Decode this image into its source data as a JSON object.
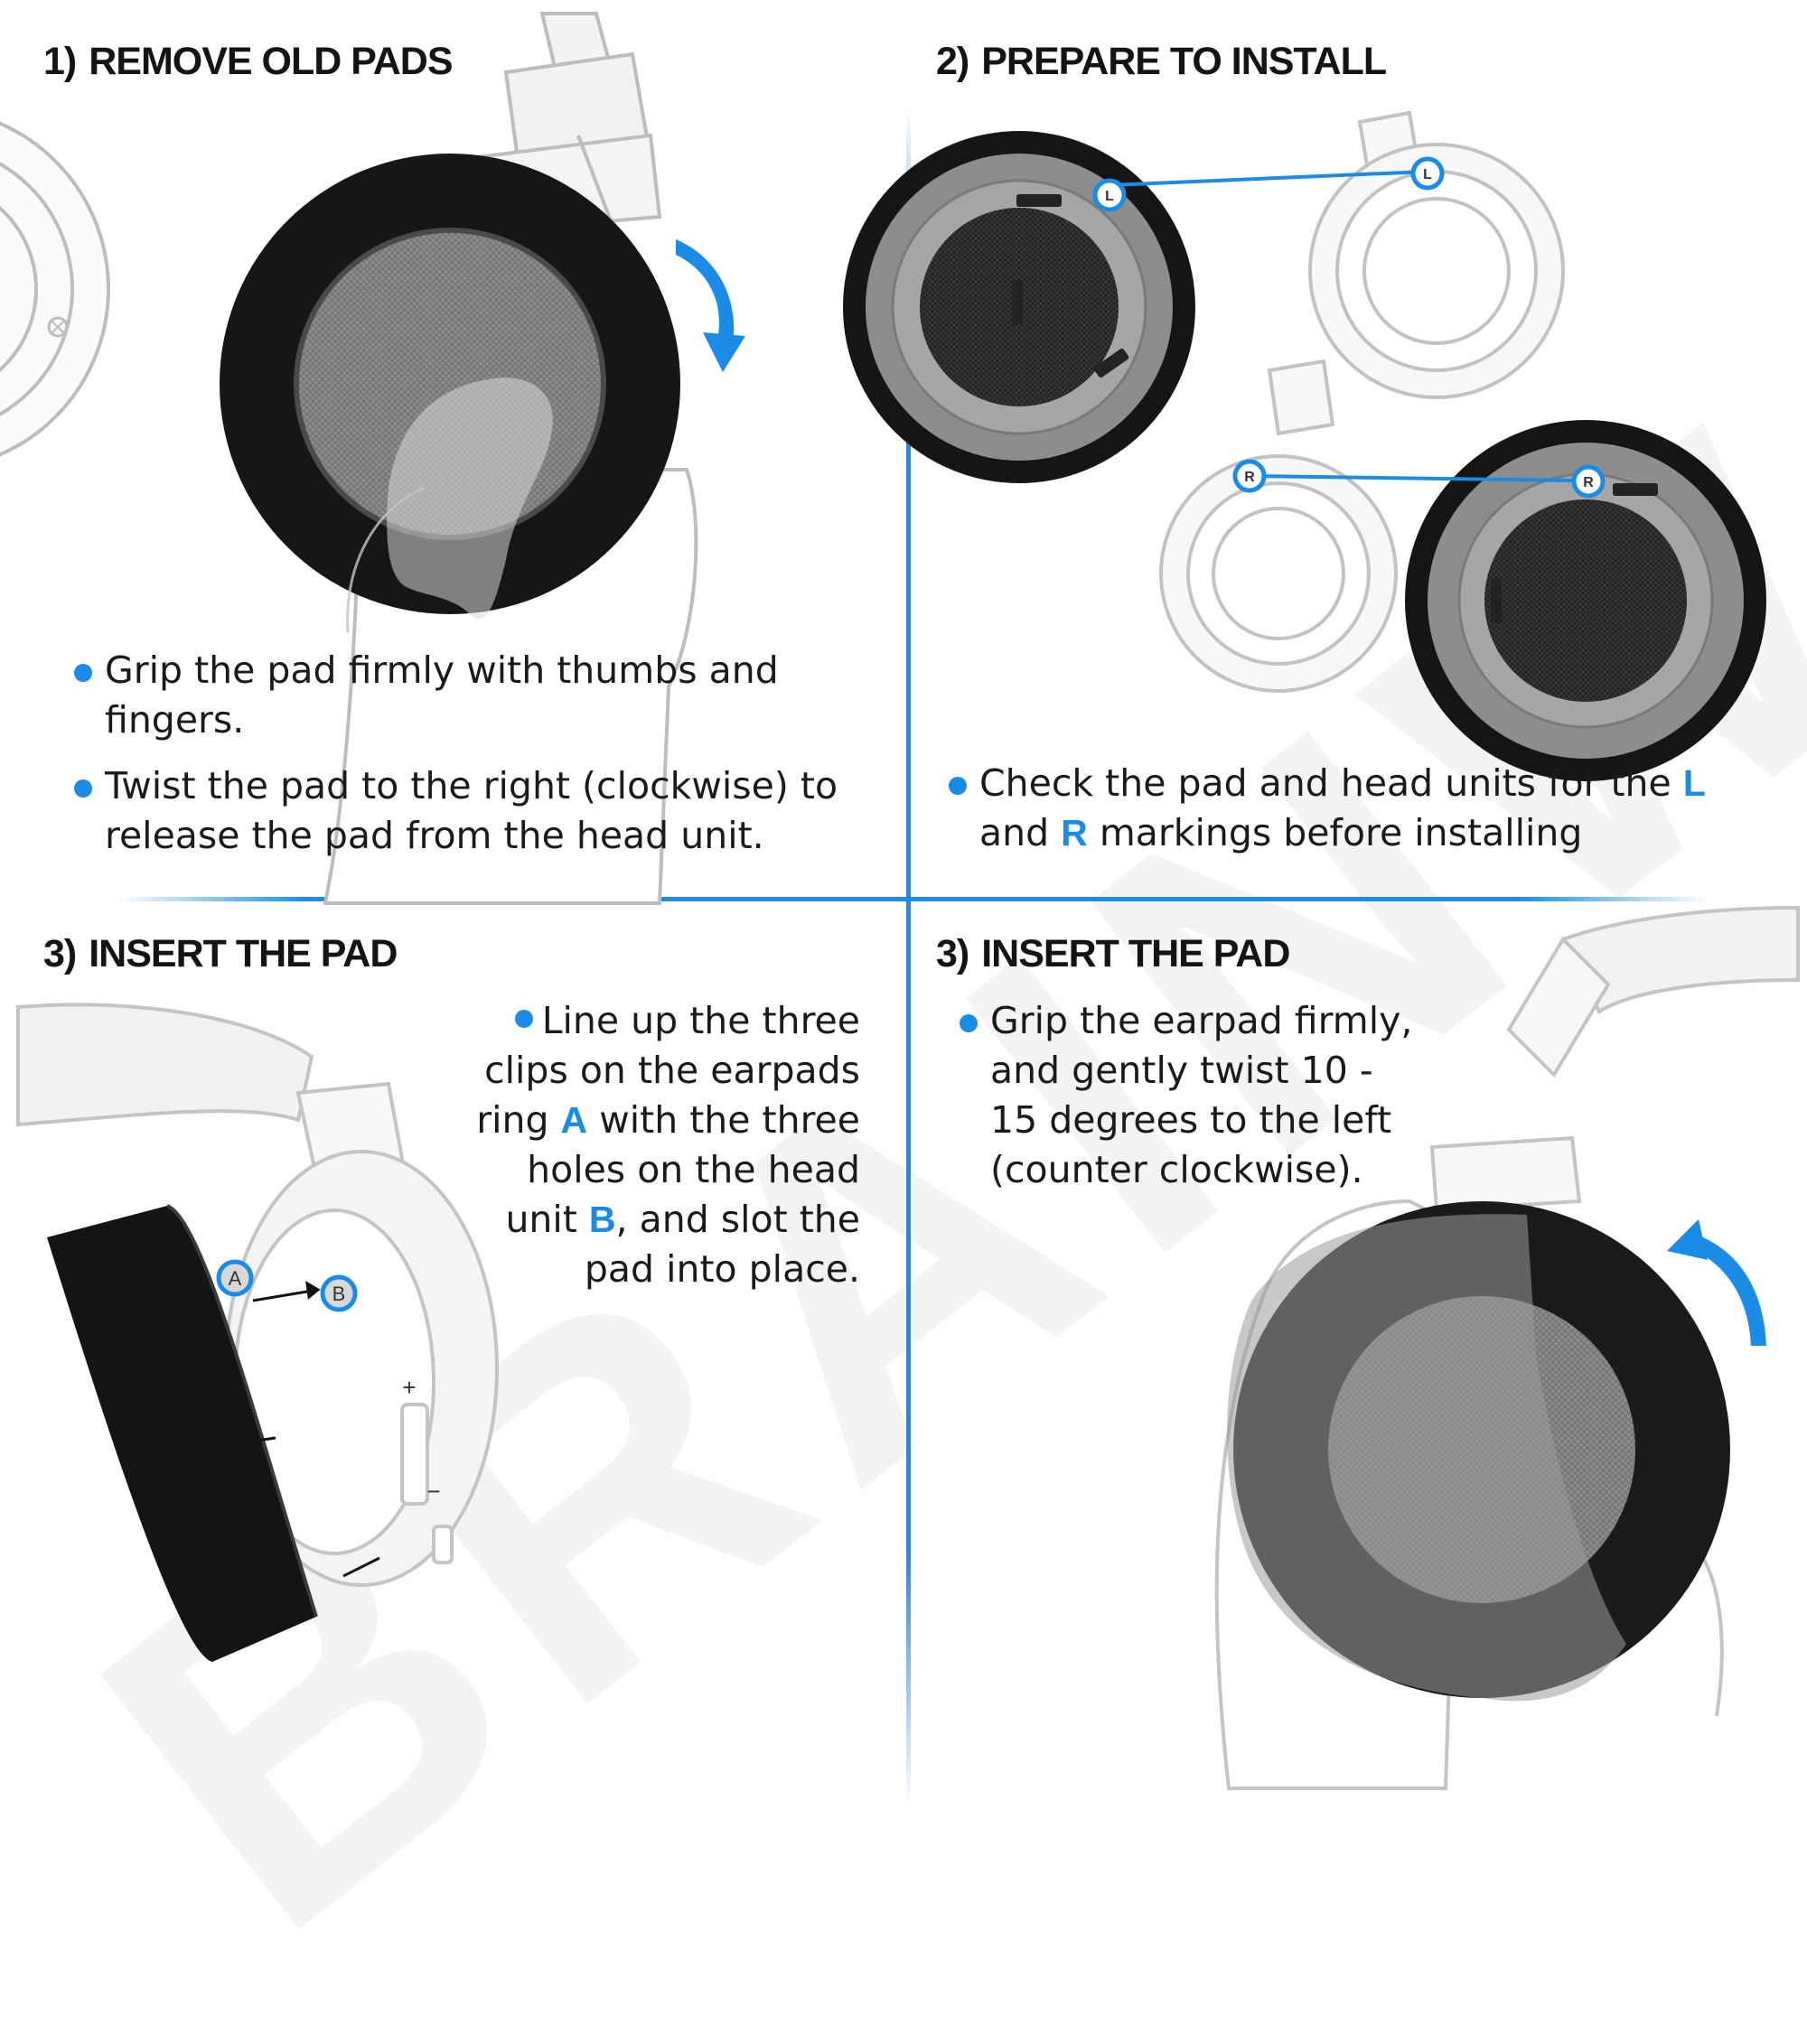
{
  "colors": {
    "accent": "#1a8ce6",
    "pad": "#161616",
    "line_art": "#bdbdbd"
  },
  "watermark": "BRAINWAVZ",
  "panels": [
    {
      "number": "1)",
      "title": "REMOVE OLD PADS",
      "steps": [
        {
          "text": "Grip the pad firmly with thumbs and fingers."
        },
        {
          "text": "Twist the pad to the right (clockwise) to release the pad from the head unit."
        }
      ]
    },
    {
      "number": "2)",
      "title": "PREPARE TO INSTALL",
      "steps": [
        {
          "pre": "Check the pad and head units for the ",
          "hl1": "L",
          "mid": " and ",
          "hl2": "R",
          "post": " markings before installing"
        }
      ]
    },
    {
      "number": "3)",
      "title": "INSERT THE PAD",
      "steps": [
        {
          "pre": "Line up the three clips on the earpads ring ",
          "hl1": "A",
          "mid": " with the three holes on the head unit ",
          "hl2": "B",
          "post": ", and slot the pad into place."
        }
      ]
    },
    {
      "number": "3)",
      "title": "INSERT THE PAD",
      "steps": [
        {
          "text": "Grip the earpad firmly, and gently twist 10 - 15 degrees to the left (counter clockwise)."
        }
      ]
    }
  ],
  "markers": {
    "left": "L",
    "right": "R",
    "clip": "A",
    "hole": "B"
  },
  "button_signs": {
    "plus": "+",
    "minus": "−"
  },
  "icons": [
    "clockwise-arrow-icon",
    "counterclockwise-arrow-icon",
    "callout-arrow-icon"
  ]
}
